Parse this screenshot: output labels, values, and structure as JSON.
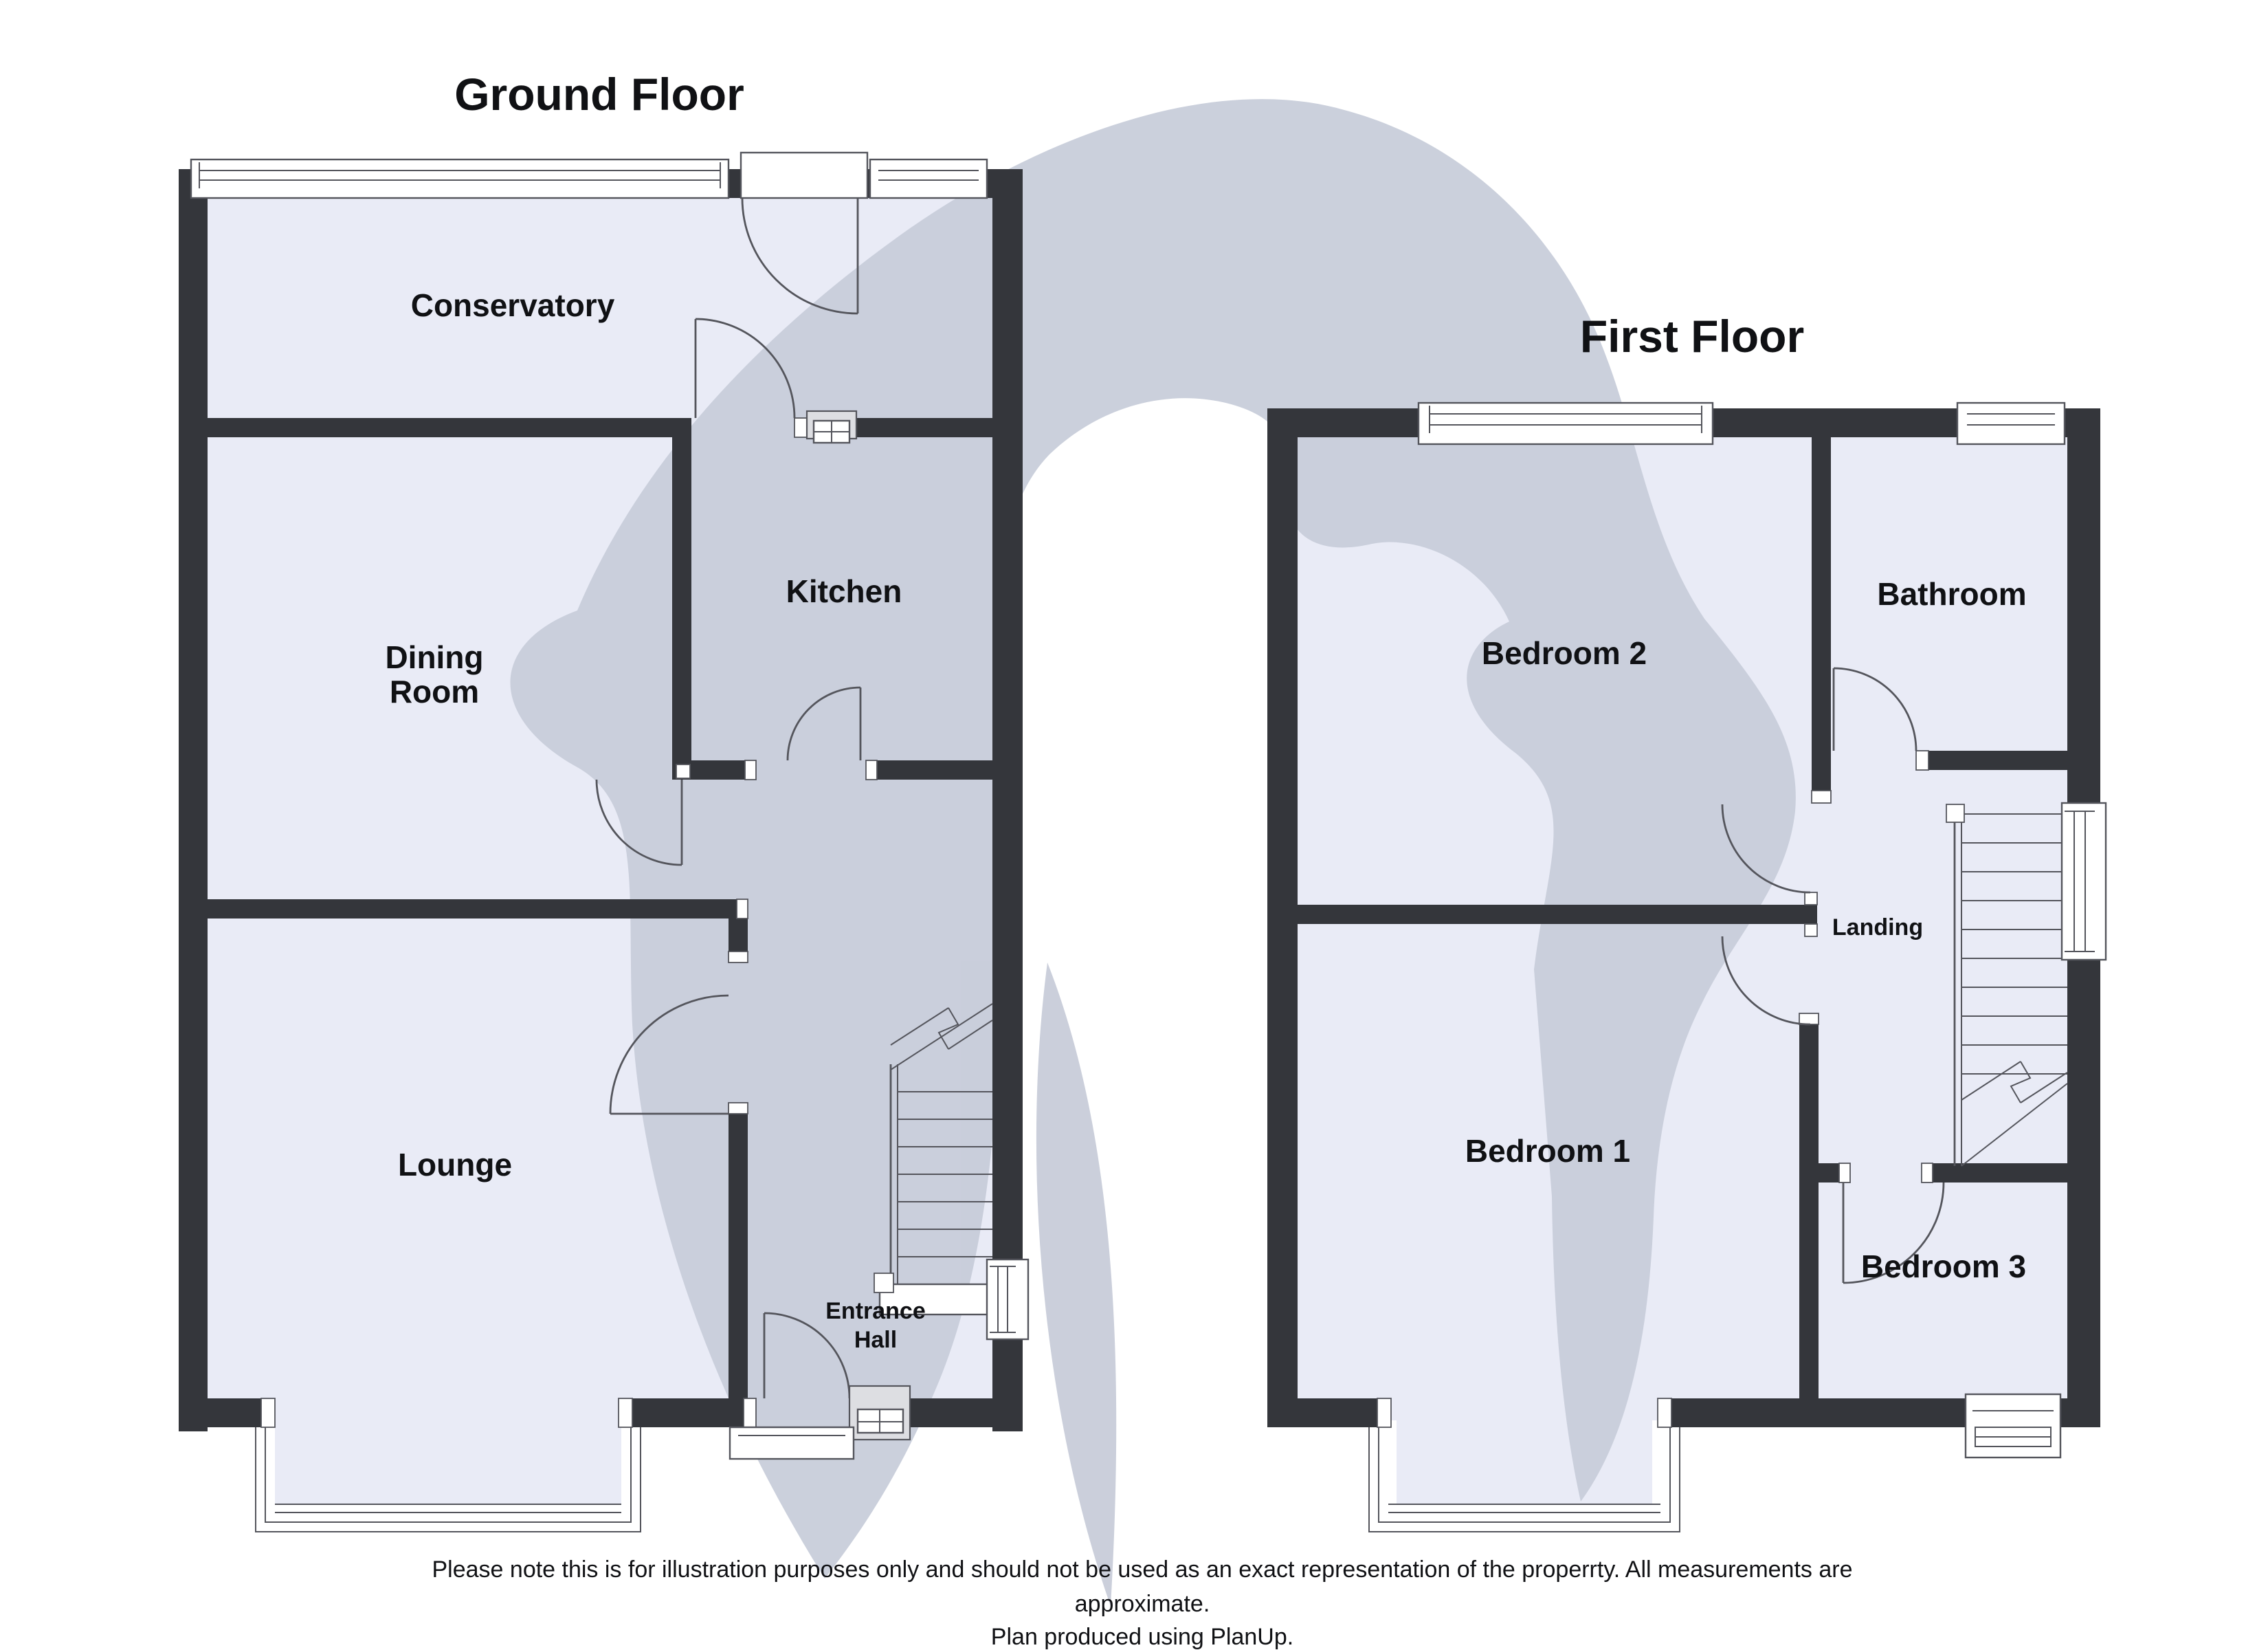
{
  "document": {
    "type": "floor-plan",
    "producer_note": "Plan produced using PlanUp."
  },
  "colors": {
    "wall": "#34363b",
    "floor": "#e9ebf6",
    "watermark": "#c7ccd9",
    "text": "#101114",
    "line": "#54555c"
  },
  "ground_floor": {
    "title": "Ground Floor",
    "rooms": {
      "conservatory": {
        "label": "Conservatory"
      },
      "dining_room": {
        "label_line1": "Dining",
        "label_line2": "Room"
      },
      "kitchen": {
        "label": "Kitchen"
      },
      "lounge": {
        "label": "Lounge"
      },
      "entrance_hall": {
        "label_line1": "Entrance",
        "label_line2": "Hall"
      }
    },
    "features": [
      "bay-window",
      "stairs-up",
      "front-door",
      "conservatory-doors"
    ]
  },
  "first_floor": {
    "title": "First Floor",
    "rooms": {
      "bedroom_2": {
        "label": "Bedroom 2"
      },
      "bathroom": {
        "label": "Bathroom"
      },
      "landing": {
        "label": "Landing"
      },
      "bedroom_1": {
        "label": "Bedroom 1"
      },
      "bedroom_3": {
        "label": "Bedroom 3"
      }
    },
    "features": [
      "bay-window",
      "stairs-down",
      "landing-doors"
    ]
  },
  "footer": {
    "disclaimer_line1": "Please note this is for illustration purposes only and should not be used as an exact representation of the properrty. All measurements are",
    "disclaimer_line2": "approximate.",
    "disclaimer_line3": "Plan produced using PlanUp."
  }
}
